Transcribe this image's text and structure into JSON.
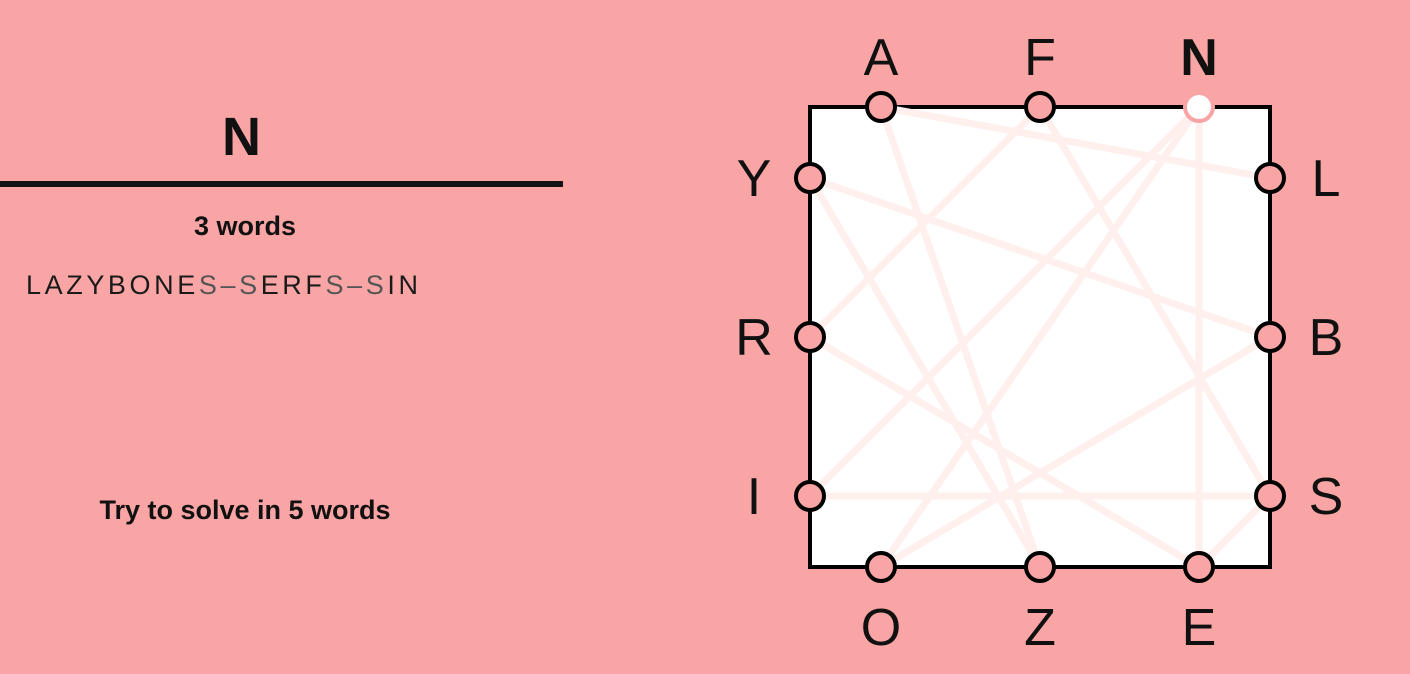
{
  "current_input": "N",
  "word_count_label": "3 words",
  "word_chain": {
    "words": [
      "LAZYBONES",
      "SERFS",
      "SIN"
    ],
    "separator": "–"
  },
  "goal_label": "Try to solve in 5 words",
  "colors": {
    "background": "#f9a5a5",
    "board_fill": "#ffffff",
    "board_border": "#000000",
    "node_fill": "#f9a5a5",
    "active_node_fill": "#ffffff",
    "path_line": "#ffefed"
  },
  "board": {
    "sides": {
      "top": [
        "A",
        "F",
        "N"
      ],
      "right": [
        "L",
        "B",
        "S"
      ],
      "bottom": [
        "O",
        "Z",
        "E"
      ],
      "left": [
        "Y",
        "R",
        "I"
      ]
    },
    "active_letter": "N",
    "used_path": [
      "L",
      "A",
      "Z",
      "Y",
      "B",
      "O",
      "N",
      "E",
      "S",
      "E",
      "R",
      "F",
      "S",
      "I",
      "N"
    ]
  }
}
